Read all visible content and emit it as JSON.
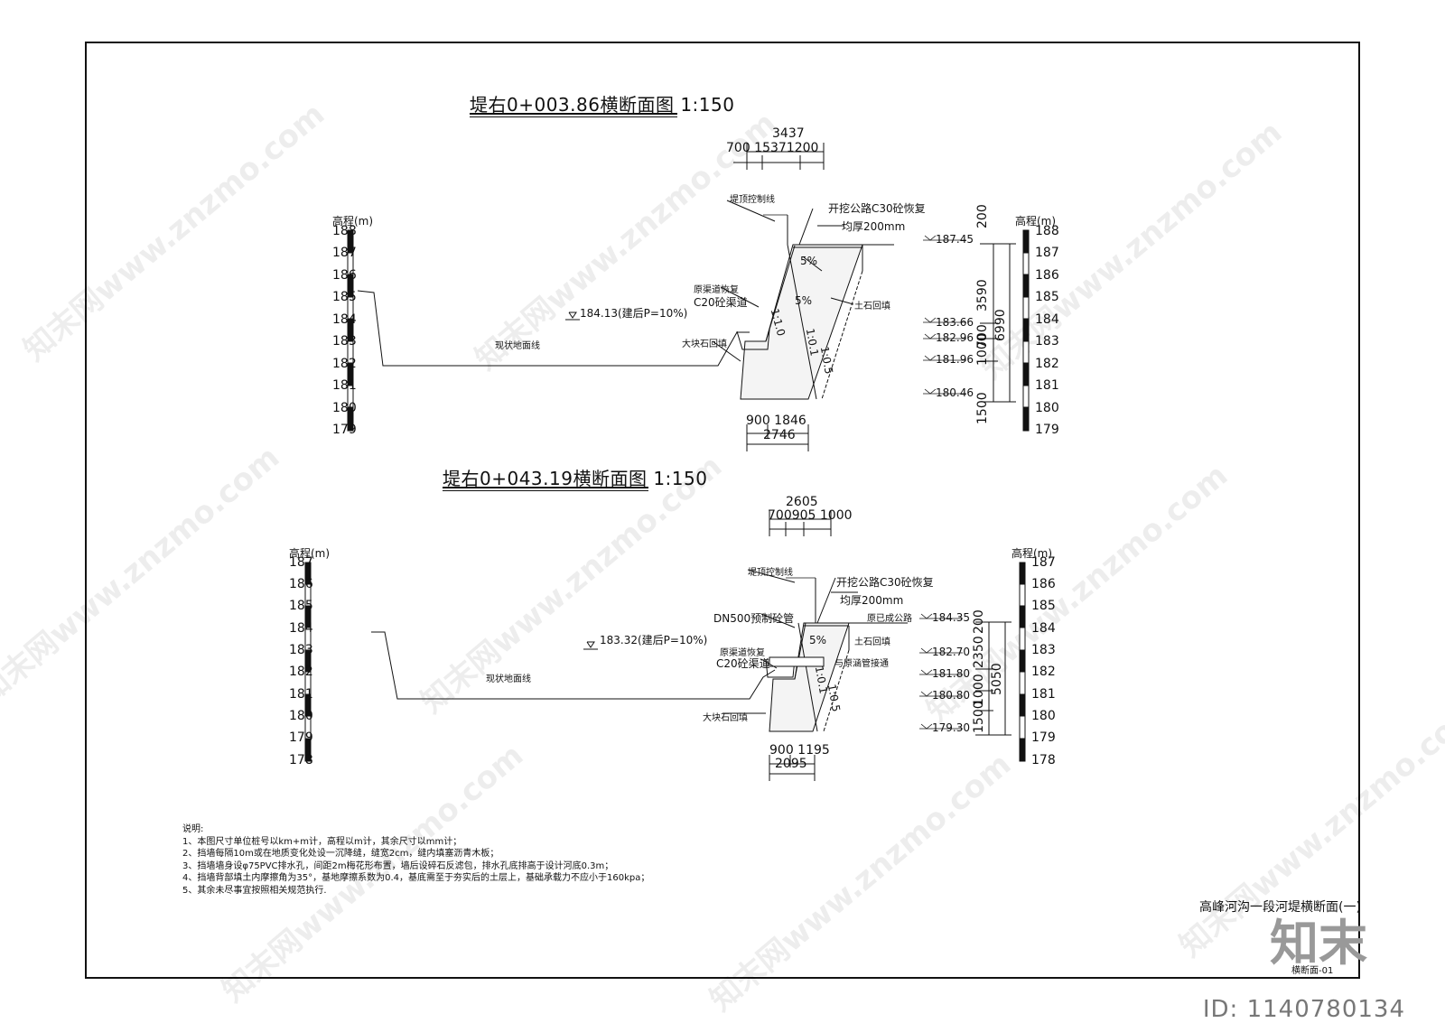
{
  "section1": {
    "title": "堤右0+003.86横断面图 1:150",
    "axis_label_left": "高程(m)",
    "axis_label_right": "高程(m)",
    "ticks": [
      "188",
      "187",
      "186",
      "185",
      "184",
      "183",
      "182",
      "181",
      "180",
      "179"
    ],
    "top_total": "3437",
    "top_parts": "700  15371200",
    "bottom_parts": "900 1846",
    "bottom_total": "2746",
    "label_control": "堤顶控制线",
    "label_road": "开挖公路C30砼恢复",
    "label_road2": "均厚200mm",
    "label_channel": "原渠道恢复",
    "label_c20": "C20砼渠道",
    "label_water": "184.13(建后P=10%)",
    "label_ground": "现状地面线",
    "label_rock": "大块石回填",
    "label_fill": "土石回填",
    "slope_5a": "5%",
    "slope_5b": "5%",
    "slope_1": "1:0.1",
    "slope_2": "1:0.5",
    "slope_3": "1:1.0",
    "elevations": [
      "187.45",
      "183.66",
      "182.96",
      "181.96",
      "180.46"
    ],
    "vdims": [
      "200",
      "3590",
      "6990",
      "1000",
      "1500",
      "700"
    ]
  },
  "section2": {
    "title": "堤右0+043.19横断面图 1:150",
    "axis_label_left": "高程(m)",
    "axis_label_right": "高程(m)",
    "ticks": [
      "187",
      "186",
      "185",
      "184",
      "183",
      "182",
      "181",
      "180",
      "179",
      "178"
    ],
    "top_total": "2605",
    "top_parts": "700905 1000",
    "bottom_parts": "900 1195",
    "bottom_total": "2095",
    "label_control": "堤顶控制线",
    "label_road": "开挖公路C30砼恢复",
    "label_road2": "均厚200mm",
    "label_pipe": "DN500预制砼管",
    "label_oldroad": "原已成公路",
    "label_channel": "原渠道恢复",
    "label_c20": "C20砼渠道",
    "label_fill": "土石回填",
    "label_culvert": "与原涵管接通",
    "label_water": "183.32(建后P=10%)",
    "label_ground": "现状地面线",
    "label_rock": "大块石回填",
    "slope_5": "5%",
    "slope_1": "1:0.1",
    "slope_2": "1:0.5",
    "elevations": [
      "184.35",
      "182.70",
      "181.80",
      "180.80",
      "179.30"
    ],
    "vdims": [
      "200",
      "2350",
      "5050",
      "1000",
      "1500"
    ]
  },
  "notes": {
    "heading": "说明:",
    "lines": [
      "1、本图尺寸单位桩号以km+m计，高程以m计，其余尺寸以mm计；",
      "2、挡墙每隔10m或在地质变化处设一沉降缝，缝宽2cm，缝内填塞沥青木板；",
      "3、挡墙墙身设φ75PVC排水孔，间距2m梅花形布置，墙后设碎石反滤包，排水孔底排高于设计河底0.3m；",
      "4、挡墙背部填土内摩擦角为35°，基地摩擦系数为0.4，基底需至于夯实后的土层上，基础承载力不应小于160kpa；",
      "5、其余未尽事宜按照相关规范执行."
    ]
  },
  "titleblock": {
    "drawing_name": "高峰河沟一段河堤横断面(一)",
    "sheet": "横断面-01"
  },
  "watermark": {
    "text": "知末网www.znzmo.com",
    "logo": "知末",
    "id": "ID: 1140780134"
  }
}
